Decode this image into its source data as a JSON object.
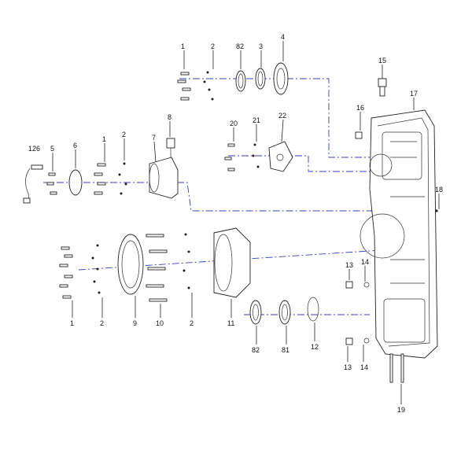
{
  "callouts": [
    {
      "id": "c1a",
      "text": "1"
    },
    {
      "id": "c2a",
      "text": "2"
    },
    {
      "id": "c82a",
      "text": "82"
    },
    {
      "id": "c3",
      "text": "3"
    },
    {
      "id": "c4",
      "text": "4"
    },
    {
      "id": "c15",
      "text": "15"
    },
    {
      "id": "c17",
      "text": "17"
    },
    {
      "id": "c16",
      "text": "16"
    },
    {
      "id": "c20",
      "text": "20"
    },
    {
      "id": "c21",
      "text": "21"
    },
    {
      "id": "c22",
      "text": "22"
    },
    {
      "id": "c8",
      "text": "8"
    },
    {
      "id": "c126",
      "text": "126"
    },
    {
      "id": "c5",
      "text": "5"
    },
    {
      "id": "c6",
      "text": "6"
    },
    {
      "id": "c1b",
      "text": "1"
    },
    {
      "id": "c2b",
      "text": "2"
    },
    {
      "id": "c7",
      "text": "7"
    },
    {
      "id": "c18",
      "text": "18"
    },
    {
      "id": "c13a",
      "text": "13"
    },
    {
      "id": "c14a",
      "text": "14"
    },
    {
      "id": "c1c",
      "text": "1"
    },
    {
      "id": "c2c",
      "text": "2"
    },
    {
      "id": "c9",
      "text": "9"
    },
    {
      "id": "c10",
      "text": "10"
    },
    {
      "id": "c2d",
      "text": "2"
    },
    {
      "id": "c11",
      "text": "11"
    },
    {
      "id": "c82b",
      "text": "82"
    },
    {
      "id": "c81",
      "text": "81"
    },
    {
      "id": "c12",
      "text": "12"
    },
    {
      "id": "c13b",
      "text": "13"
    },
    {
      "id": "c14b",
      "text": "14"
    },
    {
      "id": "c19",
      "text": "19"
    }
  ]
}
